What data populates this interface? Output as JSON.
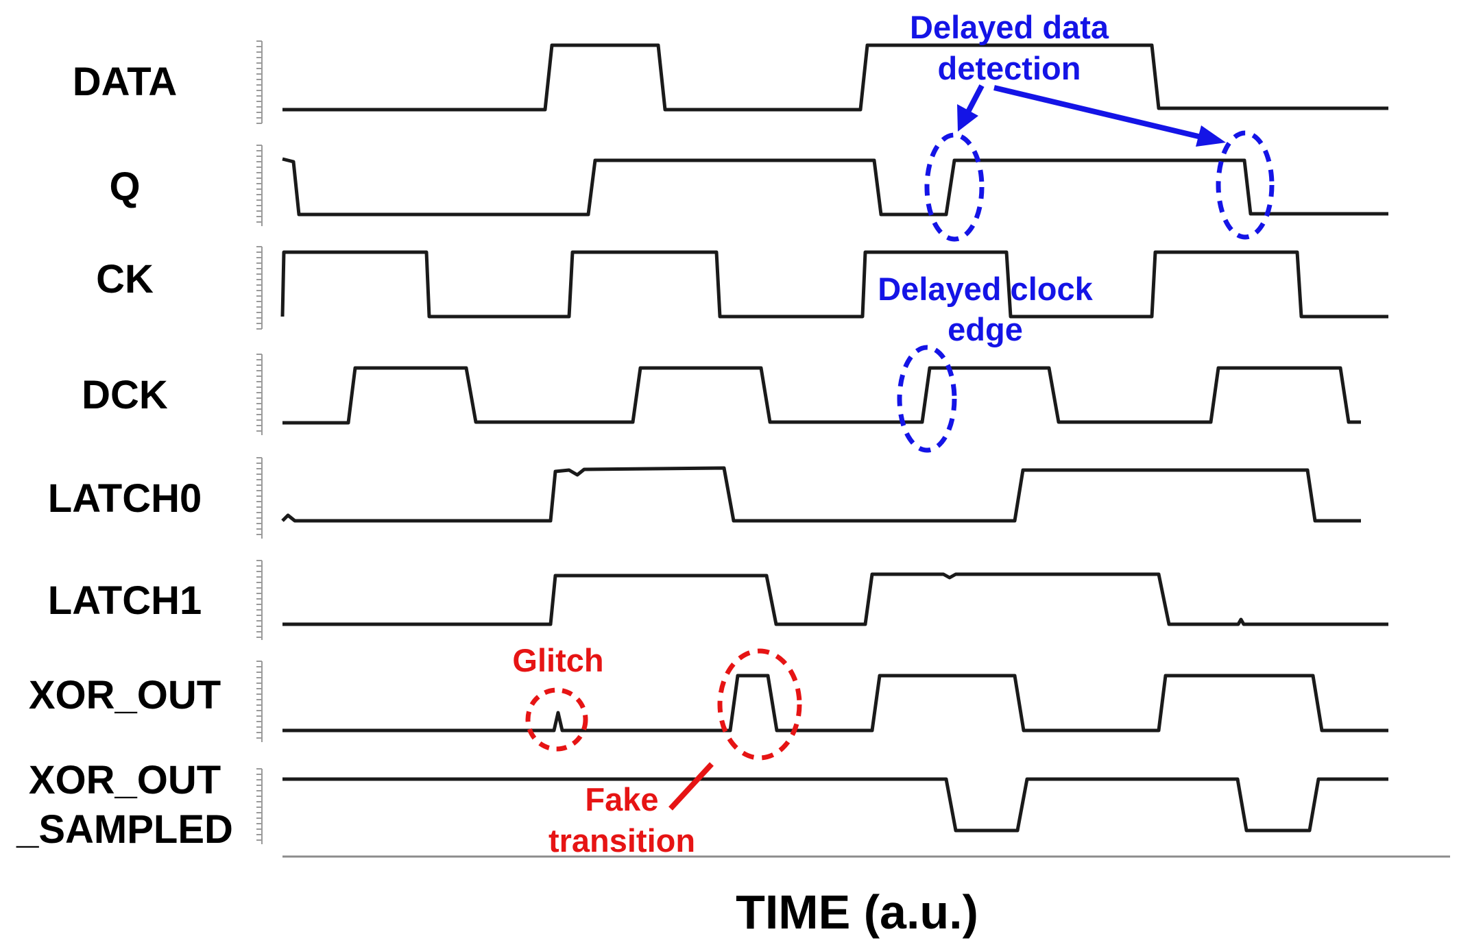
{
  "signals": [
    {
      "name": "DATA"
    },
    {
      "name": "Q"
    },
    {
      "name": "CK"
    },
    {
      "name": "DCK"
    },
    {
      "name": "LATCH0"
    },
    {
      "name": "LATCH1"
    },
    {
      "name": "XOR_OUT"
    },
    {
      "name": "XOR_OUT",
      "name2": "_SAMPLED"
    }
  ],
  "axis": {
    "title": "TIME (a.u.)"
  },
  "annotations": {
    "delayed_data": {
      "line1": "Delayed data",
      "line2": "detection"
    },
    "delayed_clock": {
      "line1": "Delayed clock",
      "line2": "edge"
    },
    "glitch": {
      "text": "Glitch"
    },
    "fake_transition": {
      "line1": "Fake",
      "line2": "transition"
    }
  },
  "colors": {
    "blue": "#1414e6",
    "red": "#e61414",
    "trace": "#1a1a1a"
  }
}
